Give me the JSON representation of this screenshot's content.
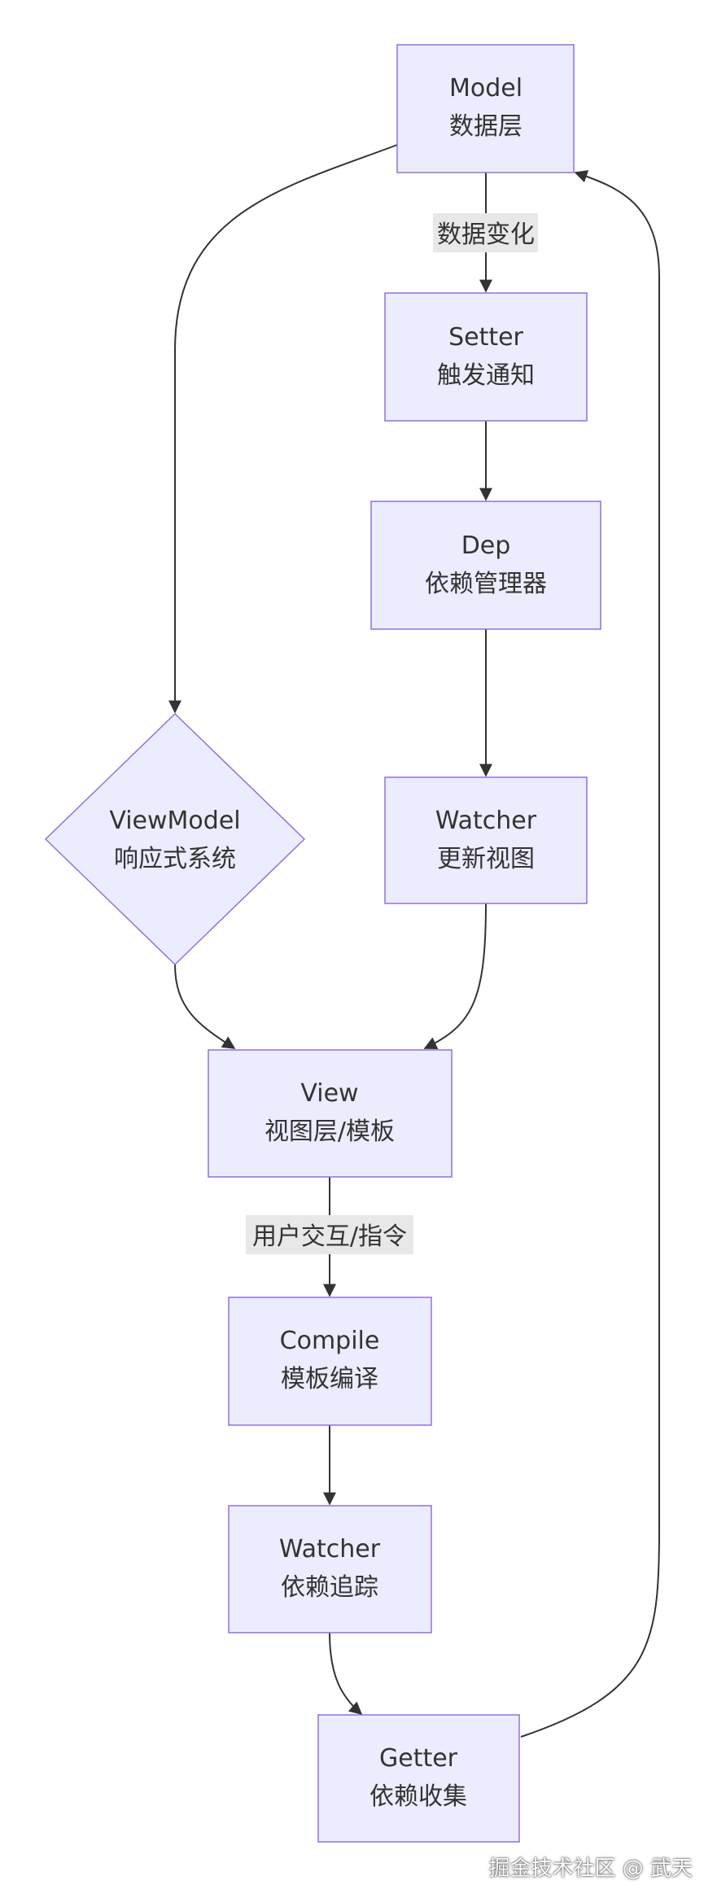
{
  "nodes": {
    "model": {
      "title": "Model",
      "subtitle": "数据层"
    },
    "setter": {
      "title": "Setter",
      "subtitle": "触发通知"
    },
    "dep": {
      "title": "Dep",
      "subtitle": "依赖管理器"
    },
    "watcher_update": {
      "title": "Watcher",
      "subtitle": "更新视图"
    },
    "viewmodel": {
      "title": "ViewModel",
      "subtitle": "响应式系统"
    },
    "view": {
      "title": "View",
      "subtitle": "视图层/模板"
    },
    "compile": {
      "title": "Compile",
      "subtitle": "模板编译"
    },
    "watcher_track": {
      "title": "Watcher",
      "subtitle": "依赖追踪"
    },
    "getter": {
      "title": "Getter",
      "subtitle": "依赖收集"
    }
  },
  "edges": {
    "data_change": "数据变化",
    "user_interaction": "用户交互/指令"
  },
  "watermark": "掘金技术社区 @ 武天",
  "colors": {
    "node_fill": "#ECECFF",
    "node_stroke": "#9370DB",
    "edge": "#333333",
    "edge_label_bg": "#E8E8E8",
    "text": "#333333"
  }
}
